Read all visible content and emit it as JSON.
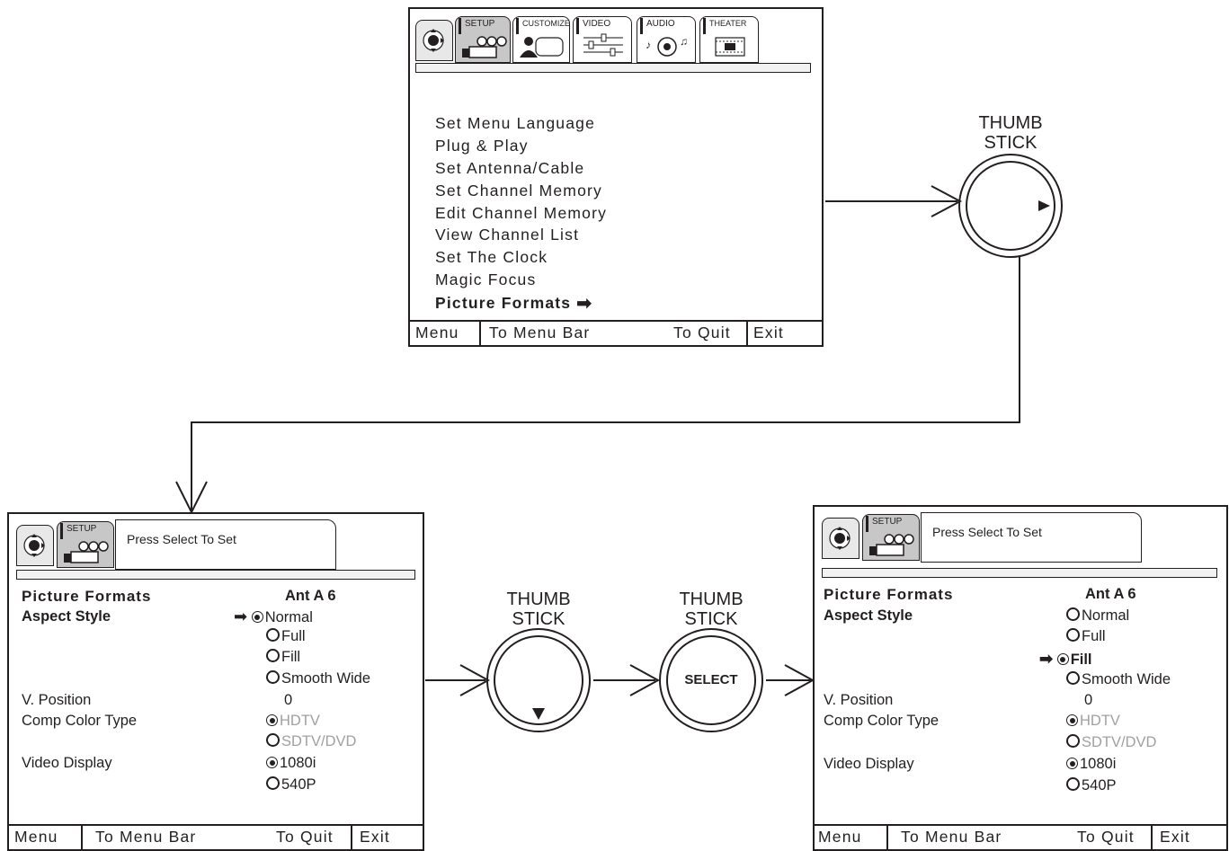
{
  "colors": {
    "ink": "#231f20",
    "tab_active": "#c7c7c7",
    "disabled_text": "#a0a0a0"
  },
  "top_screen": {
    "tabs": [
      "SETUP",
      "CUSTOMIZE",
      "VIDEO",
      "AUDIO",
      "THEATER"
    ],
    "menu_items": [
      "Set Menu Language",
      "Plug & Play",
      "Set Antenna/Cable",
      "Set Channel Memory",
      "Edit Channel Memory",
      "View Channel List",
      "Set The Clock",
      "Magic Focus"
    ],
    "selected_item": "Picture Formats",
    "footer": {
      "menu": "Menu",
      "to_menu_bar": "To Menu Bar",
      "to_quit": "To Quit",
      "exit": "Exit"
    }
  },
  "thumb_stick_top": {
    "line1": "THUMB",
    "line2": "STICK"
  },
  "thumb_stick_mid": {
    "line1": "THUMB",
    "line2": "STICK"
  },
  "thumb_stick_select": {
    "line1": "THUMB",
    "line2": "STICK",
    "button": "SELECT"
  },
  "left_screen": {
    "tab": "SETUP",
    "prompt": "Press Select To Set",
    "title": "Picture Formats",
    "channel": "Ant A 6",
    "aspect_label": "Aspect Style",
    "aspect_options": [
      "Normal",
      "Full",
      "Fill",
      "Smooth Wide"
    ],
    "aspect_selected": "Normal",
    "vposition_label": "V. Position",
    "vposition_value": "0",
    "comp_label": "Comp Color Type",
    "comp_options": [
      "HDTV",
      "SDTV/DVD"
    ],
    "video_label": "Video Display",
    "video_options": [
      "1080i",
      "540P"
    ],
    "footer": {
      "menu": "Menu",
      "to_menu_bar": "To Menu Bar",
      "to_quit": "To Quit",
      "exit": "Exit"
    }
  },
  "right_screen": {
    "tab": "SETUP",
    "prompt": "Press Select To Set",
    "title": "Picture Formats",
    "channel": "Ant A 6",
    "aspect_label": "Aspect Style",
    "aspect_options": [
      "Normal",
      "Full",
      "Fill",
      "Smooth Wide"
    ],
    "aspect_selected": "Fill",
    "vposition_label": "V. Position",
    "vposition_value": "0",
    "comp_label": "Comp Color Type",
    "comp_options": [
      "HDTV",
      "SDTV/DVD"
    ],
    "video_label": "Video Display",
    "video_options": [
      "1080i",
      "540P"
    ],
    "footer": {
      "menu": "Menu",
      "to_menu_bar": "To Menu Bar",
      "to_quit": "To Quit",
      "exit": "Exit"
    }
  }
}
